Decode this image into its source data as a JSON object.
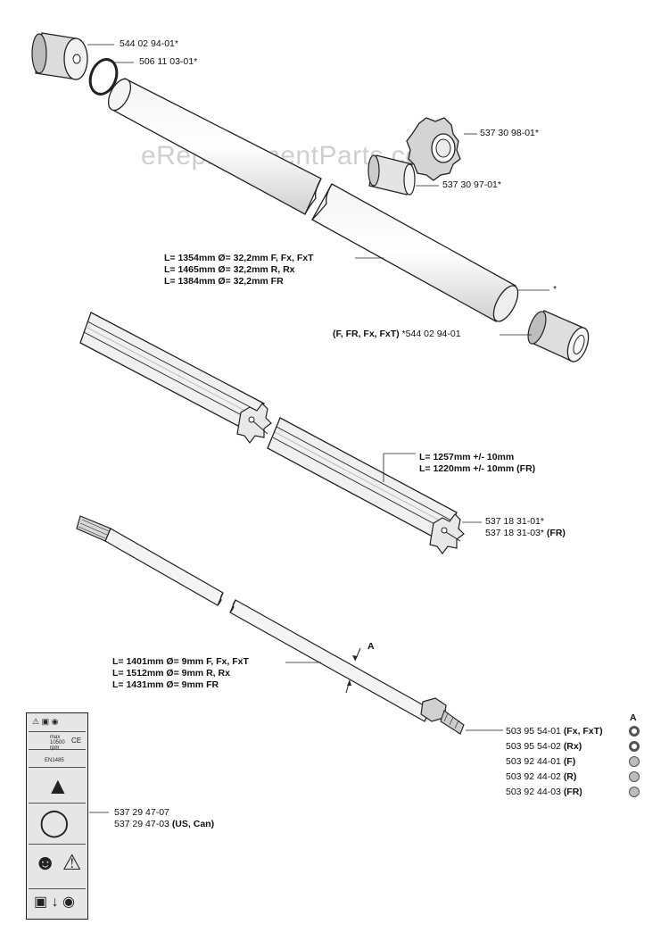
{
  "watermark": "eReplacementParts.com",
  "callouts": {
    "cap_top": "544 02 94-01*",
    "oring": "506 11 03-01*",
    "nut": "537 30 98-01*",
    "collar": "537 30 97-01*",
    "tube_star": "*",
    "cap_bottom_models": "(F, FR, Fx, FxT)",
    "cap_bottom_part": "*544 02 94-01"
  },
  "tube_specs": [
    {
      "len": "L= 1354mm Ø= 32,2mm",
      "models": "F, Fx, FxT"
    },
    {
      "len": "L= 1465mm Ø= 32,2mm",
      "models": "R, Rx"
    },
    {
      "len": "L= 1384mm Ø= 32,2mm",
      "models": "FR"
    }
  ],
  "liner_specs": [
    {
      "len": "L= 1257mm +/- 10mm",
      "models": ""
    },
    {
      "len": "L= 1220mm +/- 10mm",
      "models": "(FR)"
    }
  ],
  "liner_parts": [
    {
      "part": "537 18 31-01*",
      "models": ""
    },
    {
      "part": "537 18 31-03*",
      "models": "(FR)"
    }
  ],
  "shaft_specs": [
    {
      "len": "L= 1401mm Ø= 9mm",
      "models": "F, Fx, FxT"
    },
    {
      "len": "L= 1512mm Ø= 9mm",
      "models": "R, Rx"
    },
    {
      "len": "L= 1431mm Ø= 9mm",
      "models": "FR"
    }
  ],
  "dimension_marker": "A",
  "shaft_parts_header": "A",
  "shaft_parts": [
    {
      "part": "503 95 54-01",
      "models": "(Fx, FxT)",
      "symbol": "ring"
    },
    {
      "part": "503 95 54-02",
      "models": "(Rx)",
      "symbol": "ring"
    },
    {
      "part": "503 92 44-01",
      "models": "(F)",
      "symbol": "fill"
    },
    {
      "part": "503 92 44-02",
      "models": "(R)",
      "symbol": "fill"
    },
    {
      "part": "503 92 44-03",
      "models": "(FR)",
      "symbol": "fill"
    }
  ],
  "decal_parts": [
    {
      "part": "537 29 47-07",
      "models": ""
    },
    {
      "part": "537 29 47-03",
      "models": "(US, Can)"
    }
  ],
  "decal_text": {
    "rpm": "max 10500 rpm",
    "ce": "CE",
    "standard": "EN1485"
  },
  "colors": {
    "line": "#222222",
    "fill_light": "#ececec",
    "fill_mid": "#cfcfcf",
    "swatch_gray": "#bdbdbd"
  }
}
